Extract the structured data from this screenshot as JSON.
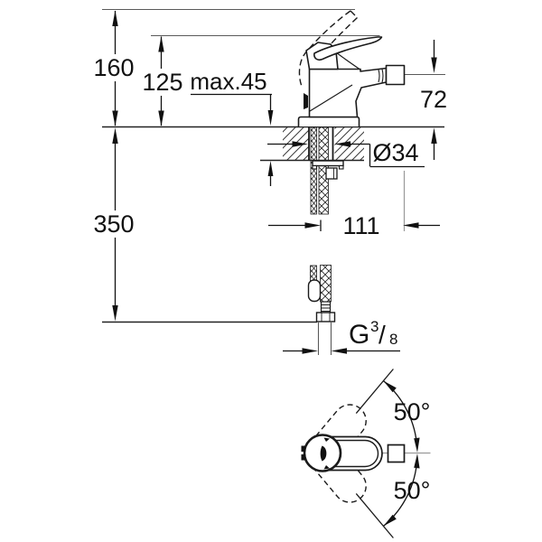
{
  "drawing": {
    "view_side": {
      "dim_lever_height_open": "160",
      "dim_lever_height_closed": "125",
      "dim_max_counter_thickness": "max.45",
      "dim_spout_outlet_height": "72",
      "dim_mounting_hole_diameter": "Ø34",
      "dim_hose_length": "350",
      "dim_spout_projection": "111",
      "thread_label": {
        "prefix": "G",
        "numerator": "3",
        "slash": "/",
        "denominator": "8"
      }
    },
    "view_top": {
      "dim_lever_swivel_up": "50°",
      "dim_lever_swivel_down": "50°"
    },
    "colors": {
      "background": "#ffffff",
      "object_line": "#1a1a1a",
      "extension_line": "#5a5a5a",
      "centerline": "#9a9a9a"
    }
  }
}
